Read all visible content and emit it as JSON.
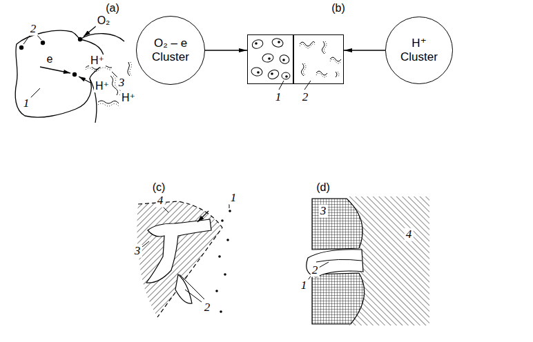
{
  "diagram": {
    "nodes": [
      {
        "text": [
          "O₂ – e Cluster"
        ]
      },
      {
        "text": [
          "1"
        ]
      },
      {
        "text": [
          "2"
        ]
      },
      {
        "text": [
          "H⁺ Cluster"
        ]
      }
    ],
    "edges": [
      {
        "from": 0,
        "to": 1,
        "arrow": "to"
      },
      {
        "from": 3,
        "to": 2,
        "arrow": "to"
      }
    ],
    "labels": [
      "(a)",
      "2",
      "O₂",
      "e",
      "1",
      "H⁺",
      "H⁺",
      "3",
      "H⁺",
      "(b)",
      "(c)",
      "4",
      "1",
      "3",
      "2",
      "(d)",
      "3",
      "2",
      "1",
      "4"
    ]
  }
}
